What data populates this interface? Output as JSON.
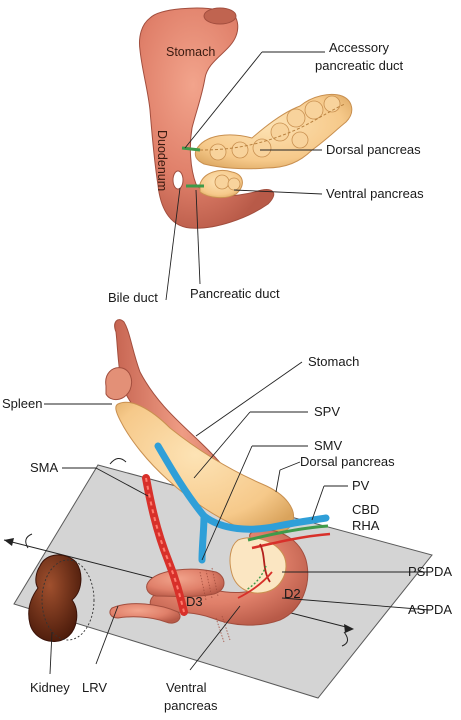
{
  "top_diagram": {
    "labels": {
      "stomach": "Stomach",
      "duodenum": "Duodenum",
      "accessory_duct": [
        "Accessory",
        "pancreatic duct"
      ],
      "dorsal_pancreas": "Dorsal pancreas",
      "ventral_pancreas": "Ventral pancreas",
      "bile_duct": "Bile duct",
      "pancreatic_duct": "Pancreatic duct"
    }
  },
  "bottom_diagram": {
    "labels": {
      "stomach": "Stomach",
      "spleen": "Spleen",
      "spv": "SPV",
      "smv": "SMV",
      "dorsal_pancreas": "Dorsal pancreas",
      "sma": "SMA",
      "pv": "PV",
      "cbd": "CBD",
      "rha": "RHA",
      "pspda": "PSPDA",
      "aspda": "ASPDA",
      "d2": "D2",
      "d3": "D3",
      "kidney": "Kidney",
      "lrv": "LRV",
      "ventral_pancreas": [
        "Ventral",
        "pancreas"
      ]
    }
  },
  "colors": {
    "organ_flesh": "#e0806a",
    "organ_dark": "#b85a48",
    "pancreas": "#f6c98a",
    "pancreas_dark": "#d9a35c",
    "duct_green": "#3f9a4a",
    "vein_blue": "#2f9fd8",
    "artery_red": "#d8302a",
    "kidney": "#6a2a14",
    "plane": "#d4d4d4"
  }
}
